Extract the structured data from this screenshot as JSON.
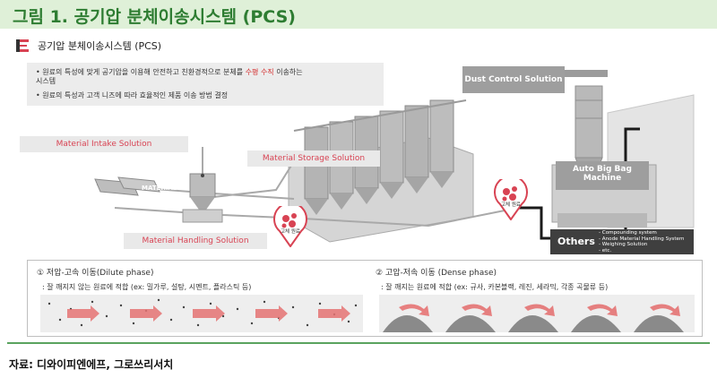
{
  "page": {
    "title": "그림 1. 공기압 분체이송시스템 (PCS)"
  },
  "figure": {
    "subtitle": "공기압 분체이송시스템 (PCS)",
    "description": {
      "line1_before": "• 원료의 특성에 맞게 공기압을 이용해 안전하고 친환경적으로 분체를 ",
      "line1_highlight": "수평 수직",
      "line1_after": " 이송하는",
      "line1_cont": "시스템",
      "line2": "• 원료의 특성과 고객 니즈에 따라 효율적인 제품 이송 방법 결정"
    },
    "labels": {
      "dust_control": "Dust Control Solution",
      "material_intake": "Material Intake Solution",
      "material_storage": "Material Storage Solution",
      "auto_big_bag_1": "Auto Big Bag",
      "auto_big_bag_2": "Machine",
      "material_handling": "Material Handling Solution",
      "raw_material": "MATERIAL"
    },
    "pins": {
      "left": "고체 원료",
      "right": "고체 원료"
    },
    "others": {
      "title": "Others",
      "items": [
        "- Compounding system",
        "- Anode Material Handling System",
        "- Weighing Solution",
        "- etc."
      ]
    },
    "phases": {
      "dilute": {
        "title": "① 저압-고속 이동(Dilute phase)",
        "desc": ": 잘 깨지지 않는 원료에 적합 (ex: 밀가루, 설탕, 시멘트, 플라스틱 등)"
      },
      "dense": {
        "title": "② 고압-저속 이동 (Dense phase)",
        "desc": ": 잘 깨지는 원료에 적합 (ex: 규사, 카본블랙, 레진, 세라믹, 각종 곡물류 등)"
      }
    }
  },
  "source": "자료: 디와이피엔에프, 그로쓰리서치",
  "colors": {
    "title_green": "#2e7d32",
    "title_bg": "#dff0d8",
    "accent_red": "#d84353",
    "rule_green": "#5aa35f"
  }
}
